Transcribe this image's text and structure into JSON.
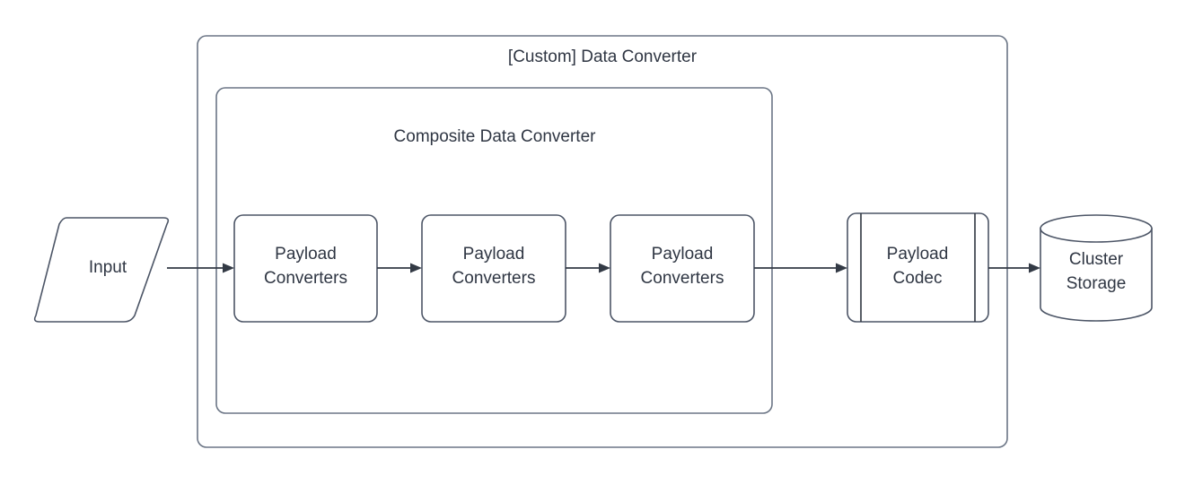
{
  "diagram": {
    "title": "[Custom] Data Converter",
    "theme": {
      "background": "#ffffff",
      "shape_fill": "#ffffff",
      "shape_stroke": "#4c5566",
      "container_stroke": "#6b7585",
      "text_color": "#2f3643",
      "connector_color": "#333a45"
    },
    "containers": [
      {
        "id": "custom-data-converter",
        "label": "[Custom] Data Converter",
        "shape": "rounded-rect"
      },
      {
        "id": "composite-data-converter",
        "label": "Composite Data Converter",
        "shape": "rounded-rect"
      }
    ],
    "nodes": [
      {
        "id": "input",
        "label": "Input",
        "shape": "parallelogram"
      },
      {
        "id": "payload-converters-1",
        "label_line1": "Payload",
        "label_line2": "Converters",
        "shape": "rounded-rect"
      },
      {
        "id": "payload-converters-2",
        "label_line1": "Payload",
        "label_line2": "Converters",
        "shape": "rounded-rect"
      },
      {
        "id": "payload-converters-3",
        "label_line1": "Payload",
        "label_line2": "Converters",
        "shape": "rounded-rect"
      },
      {
        "id": "payload-codec",
        "label_line1": "Payload",
        "label_line2": "Codec",
        "shape": "process"
      },
      {
        "id": "cluster-storage",
        "label_line1": "Cluster",
        "label_line2": "Storage",
        "shape": "cylinder"
      }
    ],
    "connectors": [
      {
        "id": "edge-input-to-pc1",
        "from": "input",
        "to": "payload-converters-1",
        "style": "arrow"
      },
      {
        "id": "edge-pc1-to-pc2",
        "from": "payload-converters-1",
        "to": "payload-converters-2",
        "style": "arrow"
      },
      {
        "id": "edge-pc2-to-pc3",
        "from": "payload-converters-2",
        "to": "payload-converters-3",
        "style": "arrow"
      },
      {
        "id": "edge-pc3-to-codec",
        "from": "payload-converters-3",
        "to": "payload-codec",
        "style": "arrow"
      },
      {
        "id": "edge-codec-to-storage",
        "from": "payload-codec",
        "to": "cluster-storage",
        "style": "arrow"
      }
    ]
  }
}
